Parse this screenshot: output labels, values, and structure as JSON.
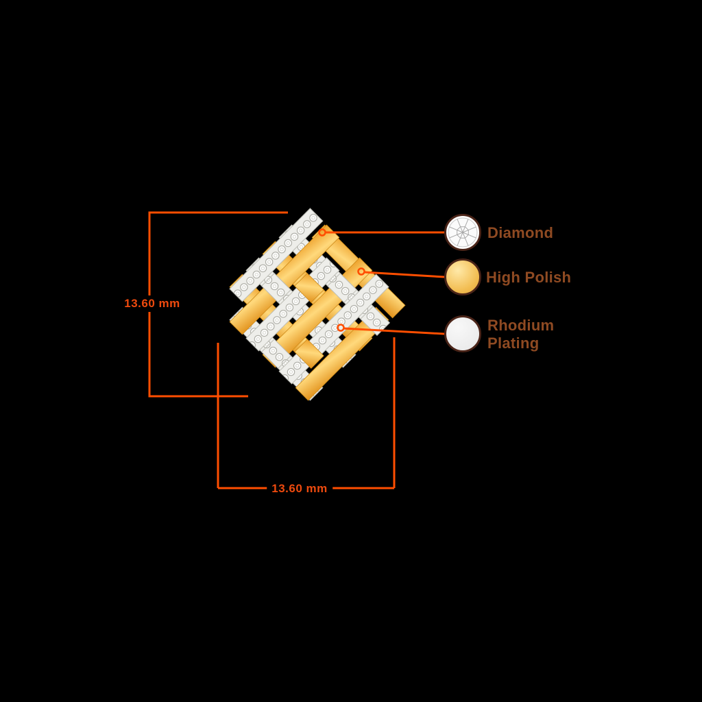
{
  "dimensions": {
    "vertical": "13.60 mm",
    "horizontal": "13.60 mm"
  },
  "legend": {
    "items": [
      {
        "label": "Diamond",
        "swatch_icon": "diamond-swatch-icon"
      },
      {
        "label": "High Polish",
        "swatch_icon": "high-polish-swatch-icon"
      },
      {
        "label": "Rhodium Plating",
        "swatch_icon": "rhodium-plating-swatch-icon"
      }
    ]
  },
  "colors": {
    "accent_line": "#ff4e00",
    "label_text": "#8f4a22",
    "dimension_text": "#ee4a0e",
    "swatch_ring": "#4a2418",
    "gold": "#f2bd52",
    "rhodium": "#ececec",
    "background": "#000000"
  }
}
